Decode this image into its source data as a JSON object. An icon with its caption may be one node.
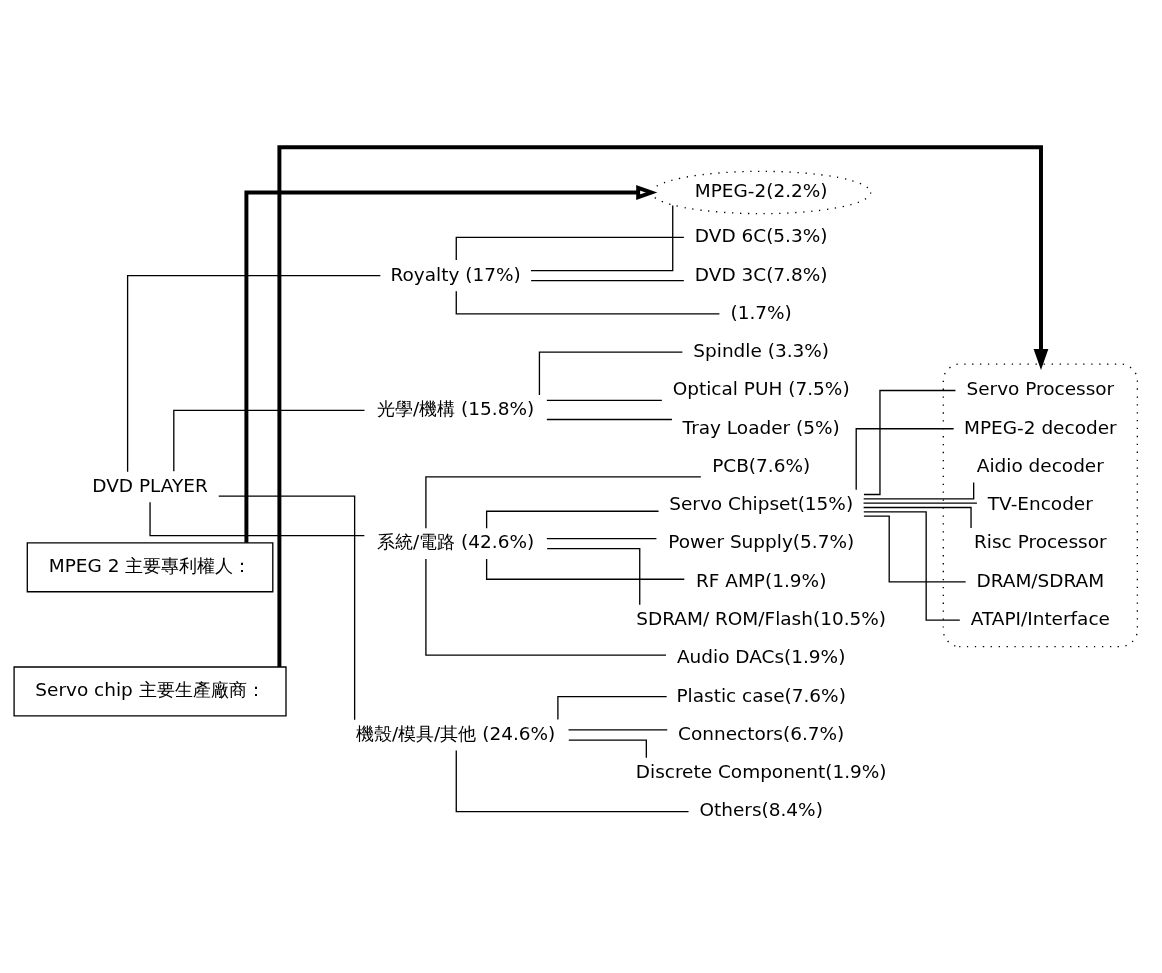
{
  "diagram": {
    "nodes": [
      {
        "text": [
          "DVD PLAYER"
        ]
      },
      {
        "text": [
          "Royalty (17%)"
        ]
      },
      {
        "text": [
          "MPEG-2(2.2%)"
        ]
      },
      {
        "text": [
          "DVD 6C(5.3%)"
        ]
      },
      {
        "text": [
          "DVD 3C(7.8%)"
        ]
      },
      {
        "text": [
          "(1.7%)"
        ]
      },
      {
        "text": [
          "光學/機構 (15.8%)"
        ]
      },
      {
        "text": [
          "Spindle (3.3%)"
        ]
      },
      {
        "text": [
          "Optical PUH (7.5%)"
        ]
      },
      {
        "text": [
          "Tray Loader (5%)"
        ]
      },
      {
        "text": [
          "系統/電路 (42.6%)"
        ]
      },
      {
        "text": [
          "PCB(7.6%)"
        ]
      },
      {
        "text": [
          "Servo Chipset(15%)"
        ]
      },
      {
        "text": [
          "Power Supply(5.7%)"
        ]
      },
      {
        "text": [
          "RF AMP(1.9%)"
        ]
      },
      {
        "text": [
          "SDRAM/ ROM/Flash(10.5%)"
        ]
      },
      {
        "text": [
          "Audio DACs(1.9%)"
        ]
      },
      {
        "text": [],
        "shape": "ellipse"
      },
      {
        "text": [
          "Servo Processor"
        ],
        "in": 17
      },
      {
        "text": [
          "MPEG-2 decoder"
        ],
        "in": 17
      },
      {
        "text": [
          "Aidio decoder"
        ],
        "in": 17
      },
      {
        "text": [
          "TV-Encoder"
        ],
        "in": 17
      },
      {
        "text": [
          "Risc Processor"
        ],
        "in": 17
      },
      {
        "text": [
          "DRAM/SDRAM"
        ],
        "in": 17
      },
      {
        "text": [
          "ATAPI/Interface"
        ],
        "in": 17
      },
      {
        "text": [
          "機殼/模具/其他 (24.6%)"
        ]
      },
      {
        "text": [
          "Plastic case(7.6%)"
        ]
      },
      {
        "text": [
          "Connectors(6.7%)"
        ]
      },
      {
        "text": [
          "Discrete Component(1.9%)"
        ]
      },
      {
        "text": [
          "Others(8.4%)"
        ]
      },
      {
        "text": [
          "MPEG 2 主要專利權人："
        ]
      },
      {
        "text": [
          "Servo chip 主要生產廠商："
        ]
      }
    ],
    "edges": [
      {
        "from": 0,
        "to": 1,
        "arrow": "none"
      },
      {
        "from": 0,
        "to": 6,
        "arrow": "none"
      },
      {
        "from": 0,
        "to": 10,
        "arrow": "none"
      },
      {
        "from": 0,
        "to": 25,
        "arrow": "none"
      },
      {
        "from": 1,
        "to": 2,
        "arrow": "none"
      },
      {
        "from": 1,
        "to": 3,
        "arrow": "none"
      },
      {
        "from": 1,
        "to": 4,
        "arrow": "none"
      },
      {
        "from": 1,
        "to": 5,
        "arrow": "none"
      },
      {
        "from": 6,
        "to": 7,
        "arrow": "none"
      },
      {
        "from": 6,
        "to": 8,
        "arrow": "none"
      },
      {
        "from": 6,
        "to": 9,
        "arrow": "none"
      },
      {
        "from": 10,
        "to": 11,
        "arrow": "none"
      },
      {
        "from": 10,
        "to": 12,
        "arrow": "none"
      },
      {
        "from": 10,
        "to": 13,
        "arrow": "none"
      },
      {
        "from": 10,
        "to": 14,
        "arrow": "none"
      },
      {
        "from": 10,
        "to": 15,
        "arrow": "none"
      },
      {
        "from": 10,
        "to": 16,
        "arrow": "none"
      },
      {
        "from": 12,
        "to": 18,
        "arrow": "none"
      },
      {
        "from": 12,
        "to": 19,
        "arrow": "none"
      },
      {
        "from": 12,
        "to": 20,
        "arrow": "none"
      },
      {
        "from": 12,
        "to": 21,
        "arrow": "none"
      },
      {
        "from": 12,
        "to": 22,
        "arrow": "none"
      },
      {
        "from": 12,
        "to": 23,
        "arrow": "none"
      },
      {
        "from": 12,
        "to": 24,
        "arrow": "none"
      },
      {
        "from": 25,
        "to": 26,
        "arrow": "none"
      },
      {
        "from": 25,
        "to": 27,
        "arrow": "none"
      },
      {
        "from": 25,
        "to": 28,
        "arrow": "none"
      },
      {
        "from": 25,
        "to": 29,
        "arrow": "none"
      },
      {
        "from": 30,
        "to": 2,
        "arrow": "to",
        "style": "thick"
      },
      {
        "from": 31,
        "to": 17,
        "arrow": "to",
        "style": "thick"
      }
    ]
  }
}
